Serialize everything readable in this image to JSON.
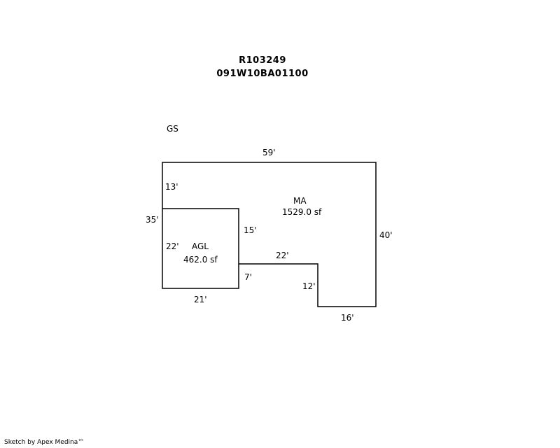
{
  "header": {
    "account_id": "R103249",
    "map_taxlot": "091W10BA01100"
  },
  "sketch": {
    "corner_label": "GS",
    "areas": [
      {
        "code": "MA",
        "size": "1529.0 sf"
      },
      {
        "code": "AGL",
        "size": "462.0 sf"
      }
    ],
    "dimensions": {
      "top": "59'",
      "left_upper": "13'",
      "left_total": "35'",
      "agl_left": "22'",
      "agl_bottom": "21'",
      "agl_right": "15'",
      "step_right": "7'",
      "notch_top": "22'",
      "notch_left": "12'",
      "bottom_right": "16'",
      "right": "40'"
    }
  },
  "footer": {
    "credit": "Sketch by Apex Medina™"
  }
}
